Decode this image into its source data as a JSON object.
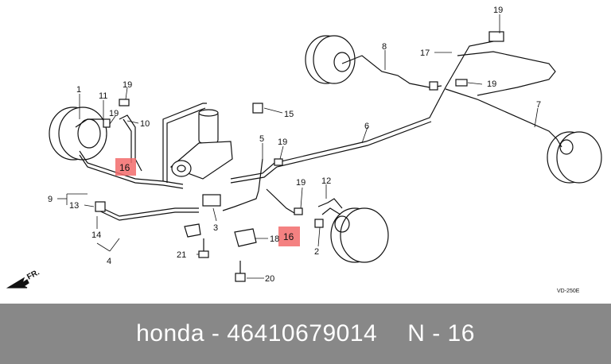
{
  "diagram": {
    "callouts": {
      "c1": "1",
      "c2": "2",
      "c3": "3",
      "c4": "4",
      "c5": "5",
      "c6": "6",
      "c7": "7",
      "c8": "8",
      "c9": "9",
      "c10": "10",
      "c11": "11",
      "c12": "12",
      "c13": "13",
      "c14": "14",
      "c15": "15",
      "c17": "17",
      "c18": "18",
      "c19a": "19",
      "c19b": "19",
      "c19c": "19",
      "c19d": "19",
      "c19e": "19",
      "c20": "20",
      "c21": "21"
    },
    "highlighted": {
      "h16a": "16",
      "h16b": "16"
    },
    "direction_label": "FR.",
    "drawing_code": "VD-250E",
    "colors": {
      "highlight": "#f26b6b",
      "caption_bar": "#888888"
    }
  },
  "caption": {
    "brand": "honda",
    "separator": " - ",
    "part_number": "46410679014",
    "item": "N - 16"
  }
}
